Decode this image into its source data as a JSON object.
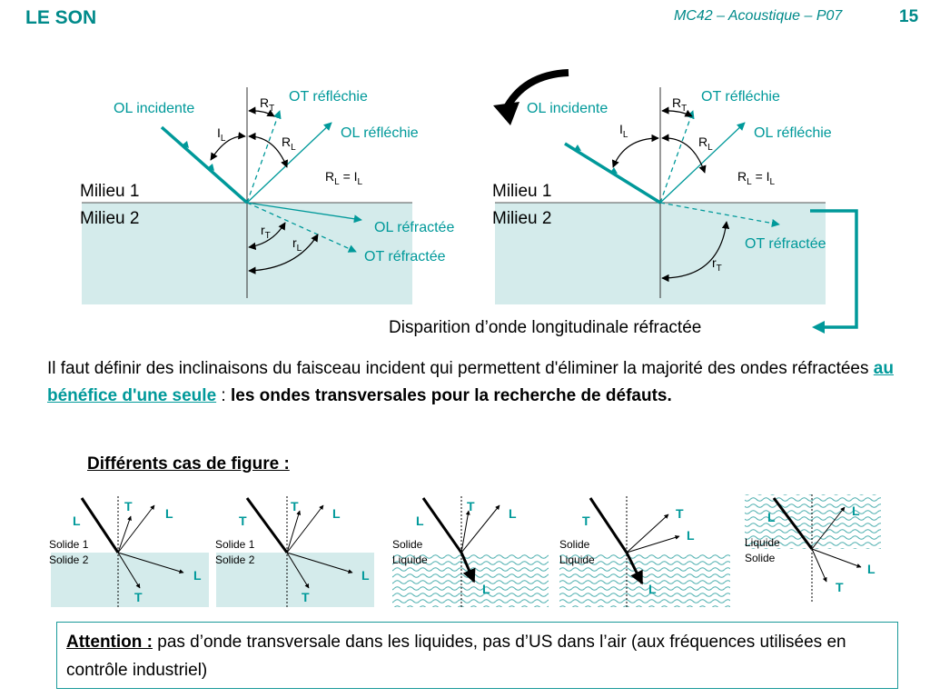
{
  "header": {
    "title": "LE SON",
    "course": "MC42 – Acoustique – P07",
    "page": "15"
  },
  "diagram_left": {
    "ol_incidente": "OL incidente",
    "ot_reflechie": "OT réfléchie",
    "ol_reflechie": "OL réfléchie",
    "ol_refractee": "OL réfractée",
    "ot_refractee": "OT réfractée",
    "milieu1": "Milieu 1",
    "milieu2": "Milieu 2",
    "angle_RT": "R",
    "angle_RL": "R",
    "angle_IL": "I",
    "angle_rT": "r",
    "angle_rL": "r",
    "sub_T": "T",
    "sub_L": "L",
    "eq_left": "R",
    "eq_mid": " = I"
  },
  "diagram_right": {
    "ol_incidente": "OL incidente",
    "ot_reflechie": "OT réfléchie",
    "ol_reflechie": "OL réfléchie",
    "ot_refractee": "OT réfractée",
    "milieu1": "Milieu 1",
    "milieu2": "Milieu 2",
    "disparition": "Disparition d’onde longitudinale réfractée"
  },
  "paragraph": {
    "part1": "Il faut définir des inclinaisons du faisceau incident qui permettent d'éliminer la majorité des ondes réfractées ",
    "highlight": "au bénéfice d'une seule",
    "part2": " : ",
    "bold": "les ondes transversales pour la recherche de défauts."
  },
  "cases": {
    "title": "Différents cas de figure :",
    "case1": {
      "top": "Solide 1",
      "bottom": "Solide 2"
    },
    "case2": {
      "top": "Solide 1",
      "bottom": "Solide 2"
    },
    "case3": {
      "top": "Solide",
      "bottom": "Liquide"
    },
    "case4": {
      "top": "Solide",
      "bottom": "Liquide"
    },
    "case5": {
      "top": "Liquide",
      "bottom": "Solide"
    },
    "T": "T",
    "L": "L"
  },
  "notice": {
    "label": "Attention :",
    "text": " pas d’onde transversale dans les liquides, pas d’US dans l’air (aux fréquences utilisées en contrôle industriel)"
  },
  "colors": {
    "teal": "#00999a",
    "light": "#d4ebeb"
  }
}
